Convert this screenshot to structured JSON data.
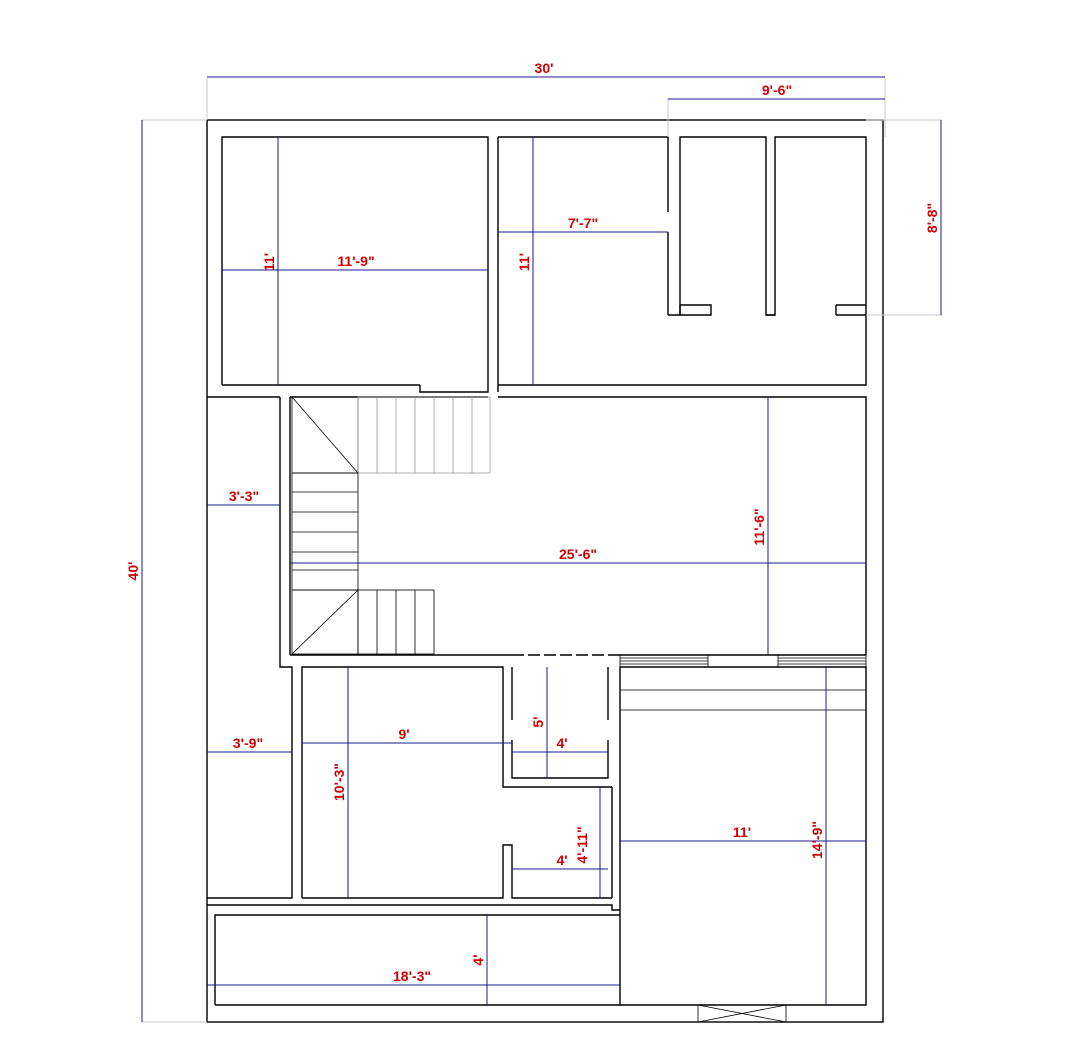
{
  "colors": {
    "wall": "#000000",
    "dimension_line": "#1a1a8c",
    "dimension_text": "#d40000",
    "background": "#ffffff"
  },
  "dimensions": {
    "overall_width": "30'",
    "overall_depth": "40'",
    "wc_block_width": "9'-6\"",
    "wc_block_depth": "8'-8\"",
    "front_left_room_width": "11'-9\"",
    "front_left_room_depth": "11'",
    "front_mid_room_width": "7'-7\"",
    "front_mid_room_depth": "11'",
    "left_passage_upper": "3'-3\"",
    "hall_width": "25'-6\"",
    "hall_depth": "11'-6\"",
    "left_passage_lower": "3'-9\"",
    "bedroom_width": "9'",
    "bedroom_depth": "10'-3\"",
    "bath_depth": "5'",
    "bath_width": "4'",
    "toilet_width": "4'",
    "toilet_depth": "4'-11\"",
    "rear_right_room_width": "11'",
    "rear_right_room_depth": "14'-9\"",
    "rear_strip_width": "18'-3\"",
    "rear_strip_depth": "4'"
  }
}
